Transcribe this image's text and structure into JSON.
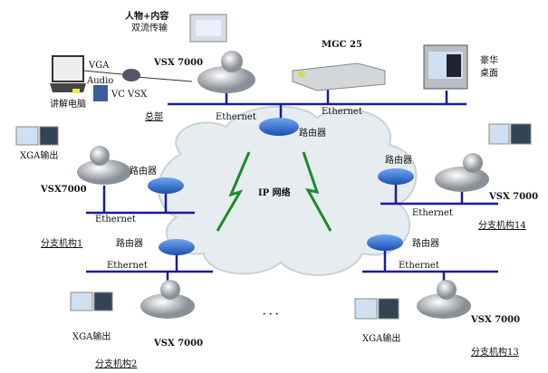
{
  "hq": {
    "content_label": "人物+内容",
    "content_sub": "双流传输",
    "vga": "VGA",
    "audio": "Audio",
    "vc_vsx": "VC  VSX",
    "laptop": "讲解电脑",
    "vsx": "VSX 7000",
    "name": "总部",
    "ethernet": "Ethernet"
  },
  "mgc": {
    "label": "MGC 25",
    "ethernet": "Ethernet"
  },
  "desktop": {
    "label_line1": "豪华",
    "label_line2": "桌面"
  },
  "cloud": {
    "label": "IP 网络",
    "router": "路由器"
  },
  "branches": [
    {
      "name": "分支机构1",
      "output": "XGA输出",
      "vsx": "VSX7000",
      "router": "路由器",
      "ethernet": "Ethernet"
    },
    {
      "name": "分支机构2",
      "output": "XGA输出",
      "vsx": "VSX 7000",
      "router": "路由器",
      "ethernet": "Ethernet"
    },
    {
      "name": "分支机构14",
      "vsx": "VSX 7000",
      "router": "路由器",
      "ethernet": "Ethernet"
    },
    {
      "name": "分支机构13",
      "output": "XGA输出",
      "vsx": "VSX 7000",
      "router": "路由器",
      "ethernet": "Ethernet"
    }
  ],
  "ellipsis": "· · ·",
  "colors": {
    "line": "#1a1aa0",
    "router": "#2a6fd6",
    "cloud": "#e6ecef",
    "bolt": "#1e8a2a"
  }
}
